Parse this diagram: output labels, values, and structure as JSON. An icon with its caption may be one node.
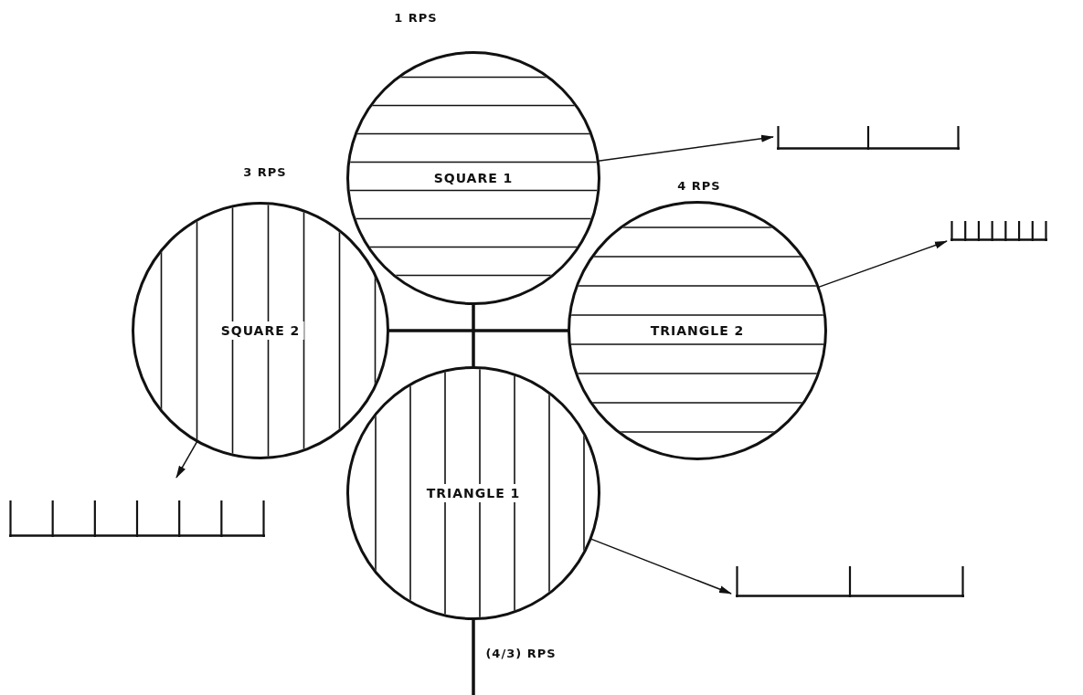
{
  "diagram": {
    "nodes": [
      {
        "text": [
          "SQUARE 1"
        ],
        "beside": [
          "1 RPS"
        ]
      },
      {
        "text": [
          "SQUARE 2"
        ],
        "beside": [
          "3 RPS"
        ]
      },
      {
        "text": [
          "TRIANGLE 2"
        ],
        "beside": [
          "4 RPS"
        ]
      },
      {
        "text": [
          "TRIANGLE 1"
        ]
      },
      {
        "text": [],
        "shape": "bar"
      },
      {
        "text": [],
        "shape": "bar"
      },
      {
        "text": [],
        "shape": "bar"
      },
      {
        "text": [],
        "shape": "bar"
      }
    ],
    "edges": [
      {
        "from": 0,
        "to": 3,
        "arrow": "none",
        "style": "thick"
      },
      {
        "from": 1,
        "to": 2,
        "arrow": "none",
        "style": "thick"
      },
      {
        "from": 3,
        "to": null,
        "arrow": "none",
        "style": "thick"
      },
      {
        "from": 0,
        "to": 4,
        "arrow": "to"
      },
      {
        "from": 2,
        "to": 5,
        "arrow": "to"
      },
      {
        "from": 1,
        "to": 6,
        "arrow": "to"
      },
      {
        "from": 3,
        "to": 7,
        "arrow": "to"
      }
    ],
    "labels": [
      "(4/3) RPS"
    ]
  }
}
